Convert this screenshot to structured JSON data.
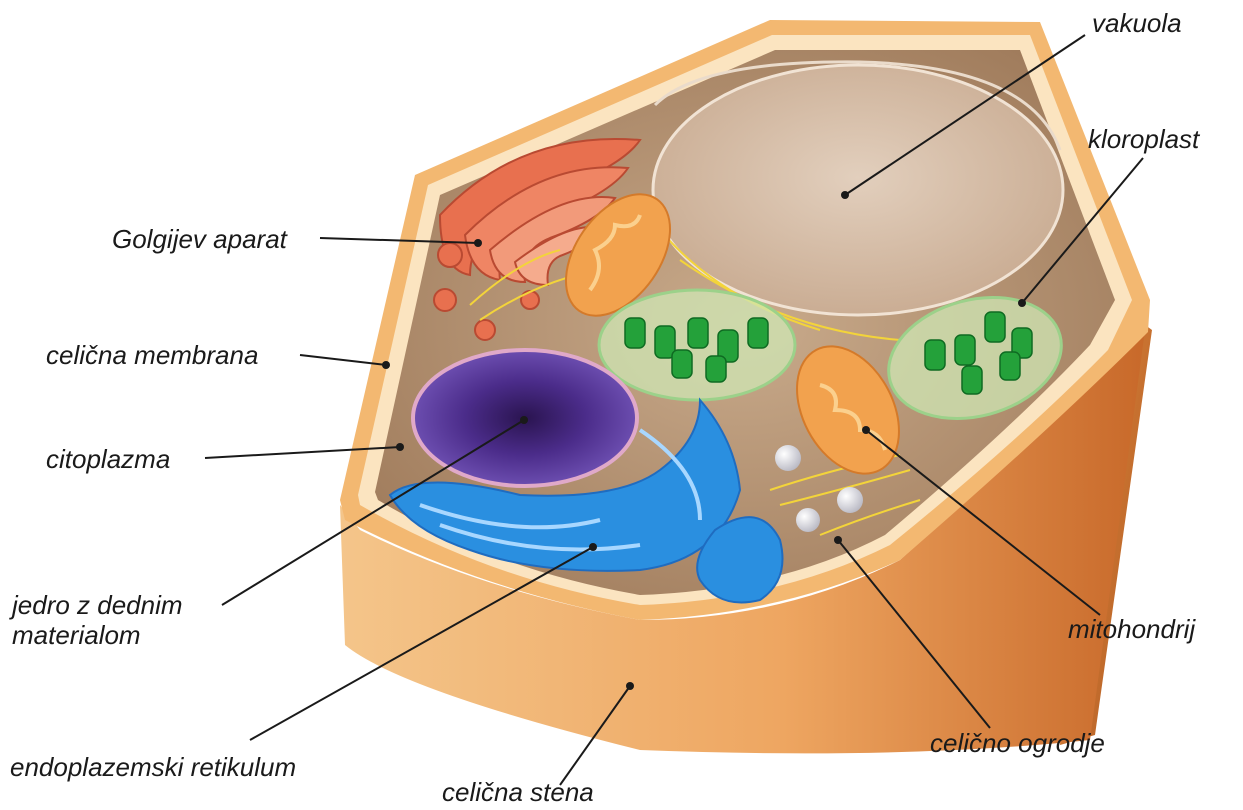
{
  "labels": {
    "vacuole": "vakuola",
    "chloroplast": "kloroplast",
    "golgi": "Golgijev aparat",
    "cell_membrane": "celična membrana",
    "cytoplasm": "citoplazma",
    "nucleus_line1": "jedro z dednim",
    "nucleus_line2": "materialom",
    "mitochondrion": "mitohondrij",
    "cytoskeleton": "celično ogrodje",
    "er": "endoplazemski retikulum",
    "cell_wall": "celična stena"
  },
  "colors": {
    "cell_wall_outer": "#e79a4c",
    "cell_wall_light": "#f6c787",
    "membrane": "#fbe6c4",
    "cytoplasm": "#a8876a",
    "vacuole": "#d8c2ad",
    "golgi": "#e8704f",
    "mitochondrion": "#f2a24e",
    "chloroplast": "#24a13a",
    "nucleus": "#5b3a9c",
    "er": "#2a8fe0",
    "leader_line": "#1a1a1a"
  }
}
